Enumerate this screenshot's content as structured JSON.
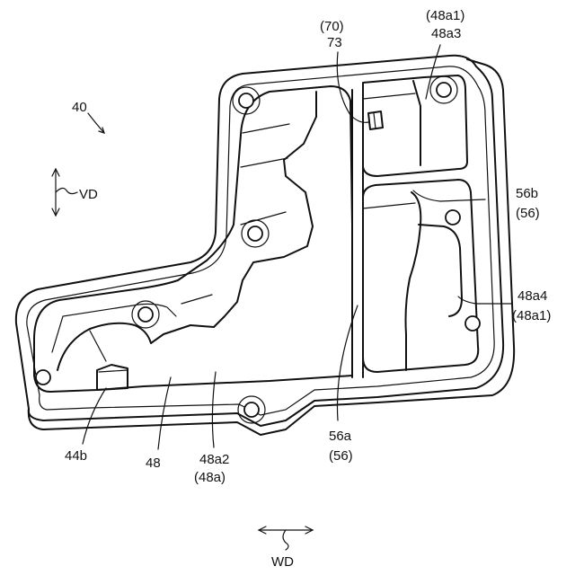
{
  "figure": {
    "labels": {
      "ref_40": "40",
      "vd_top": "VD",
      "wd_bottom": "WD",
      "l70": "(70)",
      "l73": "73",
      "l48a1_top": "(48a1)",
      "l48a3": "48a3",
      "l56b": "56b",
      "l56_top": "(56)",
      "l48a4": "48a4",
      "l48a1_right": "(48a1)",
      "l56a": "56a",
      "l56_bottom": "(56)",
      "l44b": "44b",
      "l48": "48",
      "l48a2": "48a2",
      "l48a": "(48a)"
    }
  }
}
